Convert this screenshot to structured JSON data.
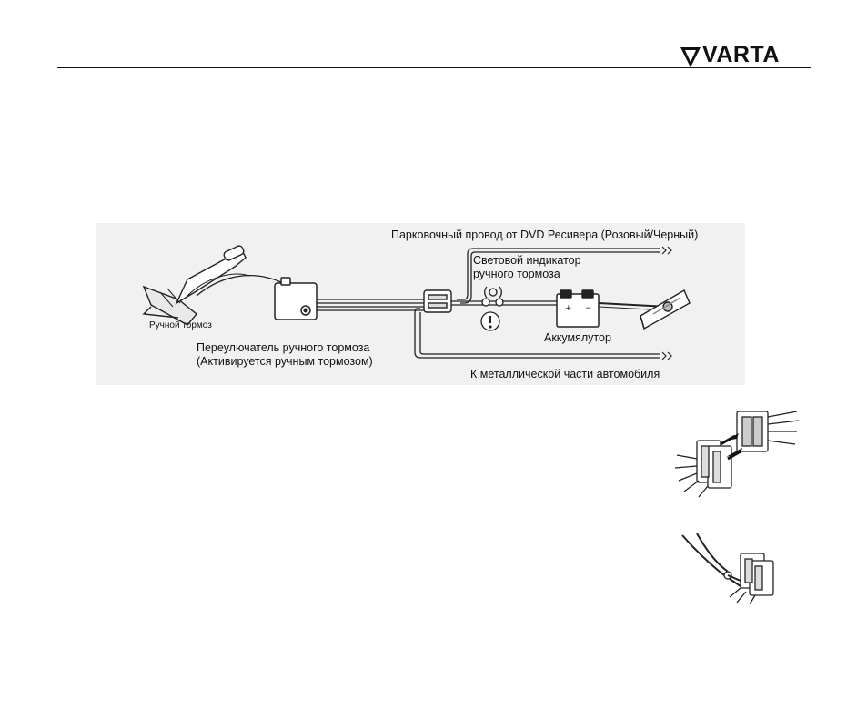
{
  "header": {
    "logo": {
      "text": "VARTA",
      "icon": "varta-v-emblem"
    }
  },
  "diagram": {
    "labels": {
      "parking_wire": "Парковочный провод от DVD Ресивера (Розовый/Черный)",
      "indicator": "Световой индикатор\nручного тормоза",
      "handbrake": "Ручной тормоз",
      "switch": "Переулючатель ручного тормоза\n(Активируется ручным тормозом)",
      "battery": "Аккумялутор",
      "ground": "К металлической части автомобиля"
    }
  },
  "illustrations": [
    {
      "name": "iso-connector-mating",
      "icon": "connector-plug-icon"
    },
    {
      "name": "pliers-release",
      "icon": "pliers-icon"
    }
  ]
}
